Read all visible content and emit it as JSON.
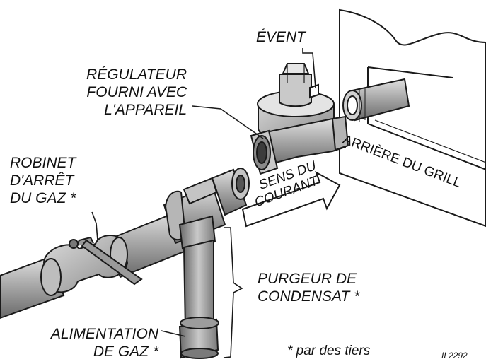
{
  "diagram": {
    "colors": {
      "stroke": "#1a1a1a",
      "pipe_fill": "#a9a9a9",
      "pipe_dark": "#6f6f6f",
      "pipe_light": "#d9d9d9",
      "background": "#ffffff"
    },
    "labels": {
      "vent": "ÉVENT",
      "regulator": [
        "RÉGULATEUR",
        "FOURNI AVEC",
        "L'APPAREIL"
      ],
      "shutoff_valve": [
        "ROBINET",
        "D'ARRÊT",
        "DU GAZ *"
      ],
      "flow_direction": [
        "SENS DU",
        "COURANT"
      ],
      "grill_back": "ARRIÈRE DU GRILL",
      "sediment_trap": [
        "PURGEUR DE",
        "CONDENSAT *"
      ],
      "gas_supply": [
        "ALIMENTATION",
        "DE GAZ *"
      ],
      "footnote": "* par des tiers",
      "figure_code": "IL2292"
    }
  }
}
